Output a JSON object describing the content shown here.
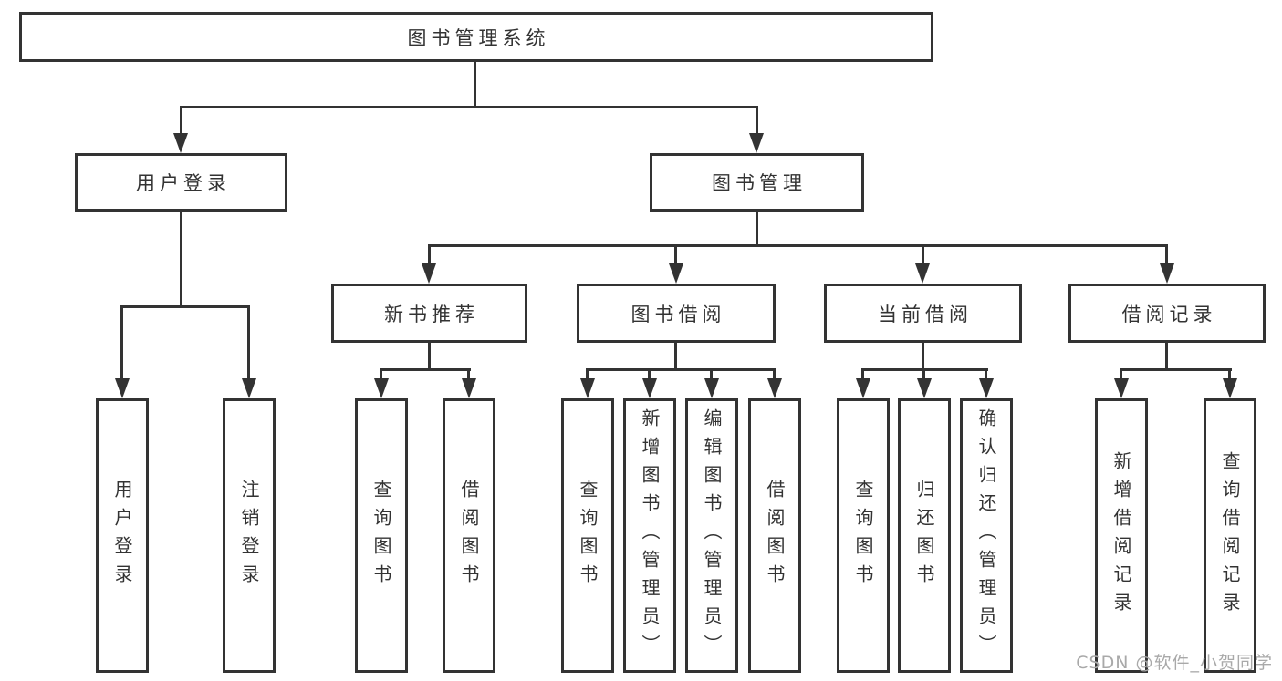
{
  "tree": {
    "root": {
      "label": "图书管理系统"
    },
    "level2": [
      {
        "label": "用户登录"
      },
      {
        "label": "图书管理"
      }
    ],
    "level3": [
      {
        "label": "新书推荐"
      },
      {
        "label": "图书借阅"
      },
      {
        "label": "当前借阅"
      },
      {
        "label": "借阅记录"
      }
    ],
    "leaves": {
      "user_login": [
        {
          "label": "用户登录"
        },
        {
          "label": "注销登录"
        }
      ],
      "new_book": [
        {
          "label": "查询图书"
        },
        {
          "label": "借阅图书"
        }
      ],
      "book_borrow": [
        {
          "label": "查询图书"
        },
        {
          "label": "新增图书（管理员）"
        },
        {
          "label": "编辑图书（管理员）"
        },
        {
          "label": "借阅图书"
        }
      ],
      "current_borrow": [
        {
          "label": "查询图书"
        },
        {
          "label": "归还图书"
        },
        {
          "label": "确认归还（管理员）"
        }
      ],
      "borrow_record": [
        {
          "label": "新增借阅记录"
        },
        {
          "label": "查询借阅记录"
        }
      ]
    }
  },
  "watermark": {
    "text": "CSDN @软件_小贺同学"
  },
  "colors": {
    "line": "#333333",
    "text": "#333333",
    "watermark": "#a9a9a9",
    "background": "#ffffff"
  }
}
